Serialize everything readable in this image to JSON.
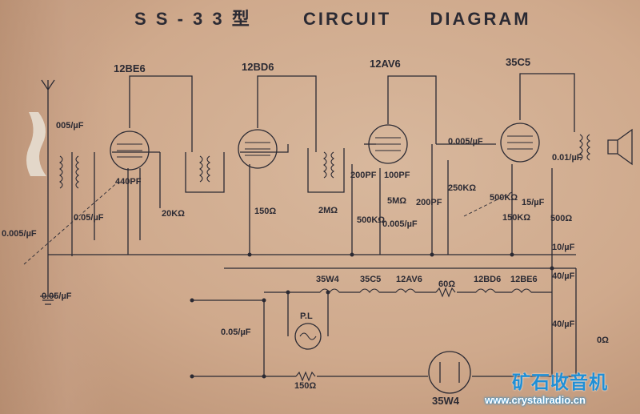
{
  "title": {
    "model": "S S - 3 3 型",
    "heading": "CIRCUIT",
    "heading2": "DIAGRAM"
  },
  "tubes": [
    {
      "label": "12BE6"
    },
    {
      "label": "12BD6"
    },
    {
      "label": "12AV6"
    },
    {
      "label": "35C5"
    }
  ],
  "components": {
    "c_ant": "005/µF",
    "c_440": "440PF",
    "r_20k": "20KΩ",
    "c_005a": "0.005/µF",
    "c_05a": "0.05/µF",
    "c_05b": "0.05/µF",
    "r_150": "150Ω",
    "r_2m": "2MΩ",
    "r_500k": "500KΩ",
    "c_200a": "200PF",
    "c_100": "100PF",
    "r_5m": "5MΩ",
    "c_200b": "200PF",
    "c_005b": "0.005/µF",
    "c_005c": "0.005/µF",
    "r_250k": "250KΩ",
    "r_500k2": "500KΩ",
    "r_150k": "150KΩ",
    "c_15": "15/µF",
    "c_01": "0.01/µF",
    "r_500": "500Ω",
    "c_10": "10/µF",
    "c_40a": "40/µF",
    "c_40b": "40/µF",
    "r_0": "0Ω",
    "c_05c": "0.05/µF",
    "pl": "P.L",
    "r_150b": "150Ω",
    "rect": "35W4"
  },
  "heater_chain": [
    "35W4",
    "35C5",
    "12AV6",
    "60Ω",
    "12BD6",
    "12BE6"
  ],
  "watermark": {
    "cn": "矿石收音机",
    "url": "www.crystalradio.cn"
  }
}
